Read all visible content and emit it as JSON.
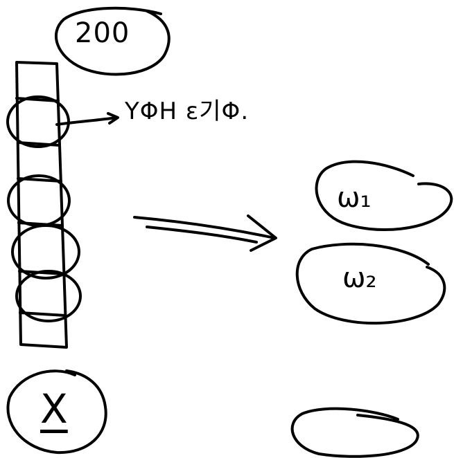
{
  "nodes": {
    "top": {
      "label": "200"
    },
    "side_note": {
      "label": "YΦH ε기Φ."
    },
    "w1": {
      "label": "ω₁"
    },
    "w2": {
      "label": "ω₂"
    },
    "x": {
      "label": "X"
    }
  },
  "colors": {
    "ink": "#000000",
    "background": "#ffffff"
  }
}
